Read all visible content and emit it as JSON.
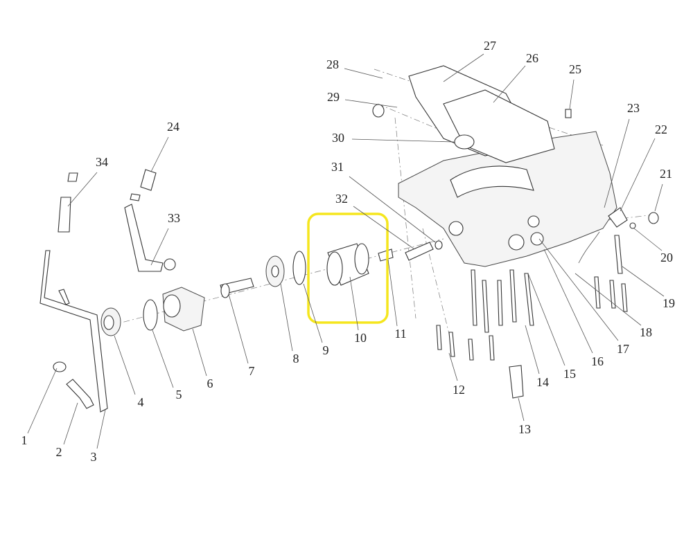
{
  "diagram": {
    "type": "exploded parts diagram",
    "callouts": [
      "1",
      "2",
      "3",
      "4",
      "5",
      "6",
      "7",
      "8",
      "9",
      "10",
      "11",
      "12",
      "13",
      "14",
      "15",
      "16",
      "17",
      "18",
      "19",
      "20",
      "21",
      "22",
      "23",
      "24",
      "25",
      "26",
      "27",
      "28",
      "29",
      "30",
      "31",
      "32",
      "33",
      "34"
    ],
    "highlight": {
      "part": "10",
      "color": "#f5e61e"
    }
  }
}
